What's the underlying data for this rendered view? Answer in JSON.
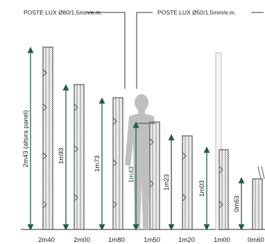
{
  "callouts": {
    "post_80": "POSTE LUX Ø80/1,5mm/e.m.",
    "post_50": "POSTE LUX Ø50/1,5mm/e.m."
  },
  "colors": {
    "arrow": "#1e5f3f",
    "panel": "#555555",
    "post": "#bdbdbd",
    "person": "#bfbfbf"
  },
  "icons": {
    "person": "human-silhouette-icon"
  },
  "panels": [
    {
      "size_label": "2m40",
      "dim_label": "2m43 (altura panel)"
    },
    {
      "size_label": "2m00",
      "dim_label": "1m93"
    },
    {
      "size_label": "1m80",
      "dim_label": "1m73"
    },
    {
      "size_label": "1m50",
      "dim_label": "1m43"
    },
    {
      "size_label": "1m20",
      "dim_label": "1m23"
    },
    {
      "size_label": "1m00",
      "dim_label": "1m03"
    },
    {
      "size_label": "0m60",
      "dim_label": "0m63"
    }
  ]
}
